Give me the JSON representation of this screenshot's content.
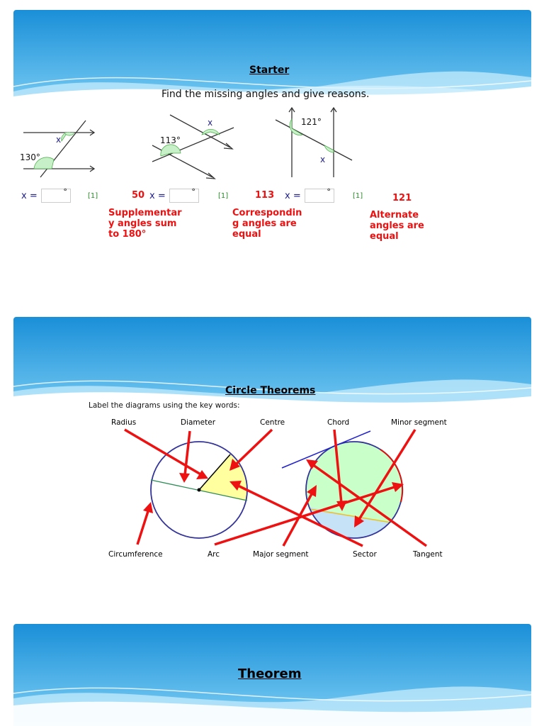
{
  "slide1": {
    "title": "Starter",
    "instruction": "Find the missing angles and give reasons.",
    "diagram_labels": {
      "d1_angle": "130°",
      "d1_x": "x",
      "d2_angle": "113°",
      "d2_x": "x",
      "d3_angle": "121°",
      "d3_x": "x"
    },
    "answers": [
      {
        "x_label": "x =",
        "degree": "°",
        "mark": "[1]",
        "value": "50",
        "reason": [
          "Supplementar",
          "y angles sum",
          "to 180°"
        ]
      },
      {
        "x_label": "x =",
        "degree": "°",
        "mark": "[1]",
        "value": "113",
        "reason": [
          "Correspondin",
          "g angles are",
          "equal"
        ]
      },
      {
        "x_label": "x =",
        "degree": "°",
        "mark": "[1]",
        "value": "121",
        "reason": [
          "Alternate",
          "angles are",
          "equal"
        ]
      }
    ]
  },
  "slide2": {
    "title": "Circle Theorems",
    "instruction": "Label the diagrams using the key words:",
    "keywords_top": [
      "Radius",
      "Diameter",
      "Centre",
      "Chord",
      "Minor segment"
    ],
    "keywords_bottom": [
      "Circumference",
      "Arc",
      "Major segment",
      "Sector",
      "Tangent"
    ]
  },
  "slide3": {
    "title": "Theorem"
  },
  "colors": {
    "banner_top": "#1a8fd8",
    "banner_bottom": "#7fd0f5",
    "answer_red": "#ee1111",
    "arrow_red": "#ee1111",
    "circle_blue": "#333399"
  }
}
